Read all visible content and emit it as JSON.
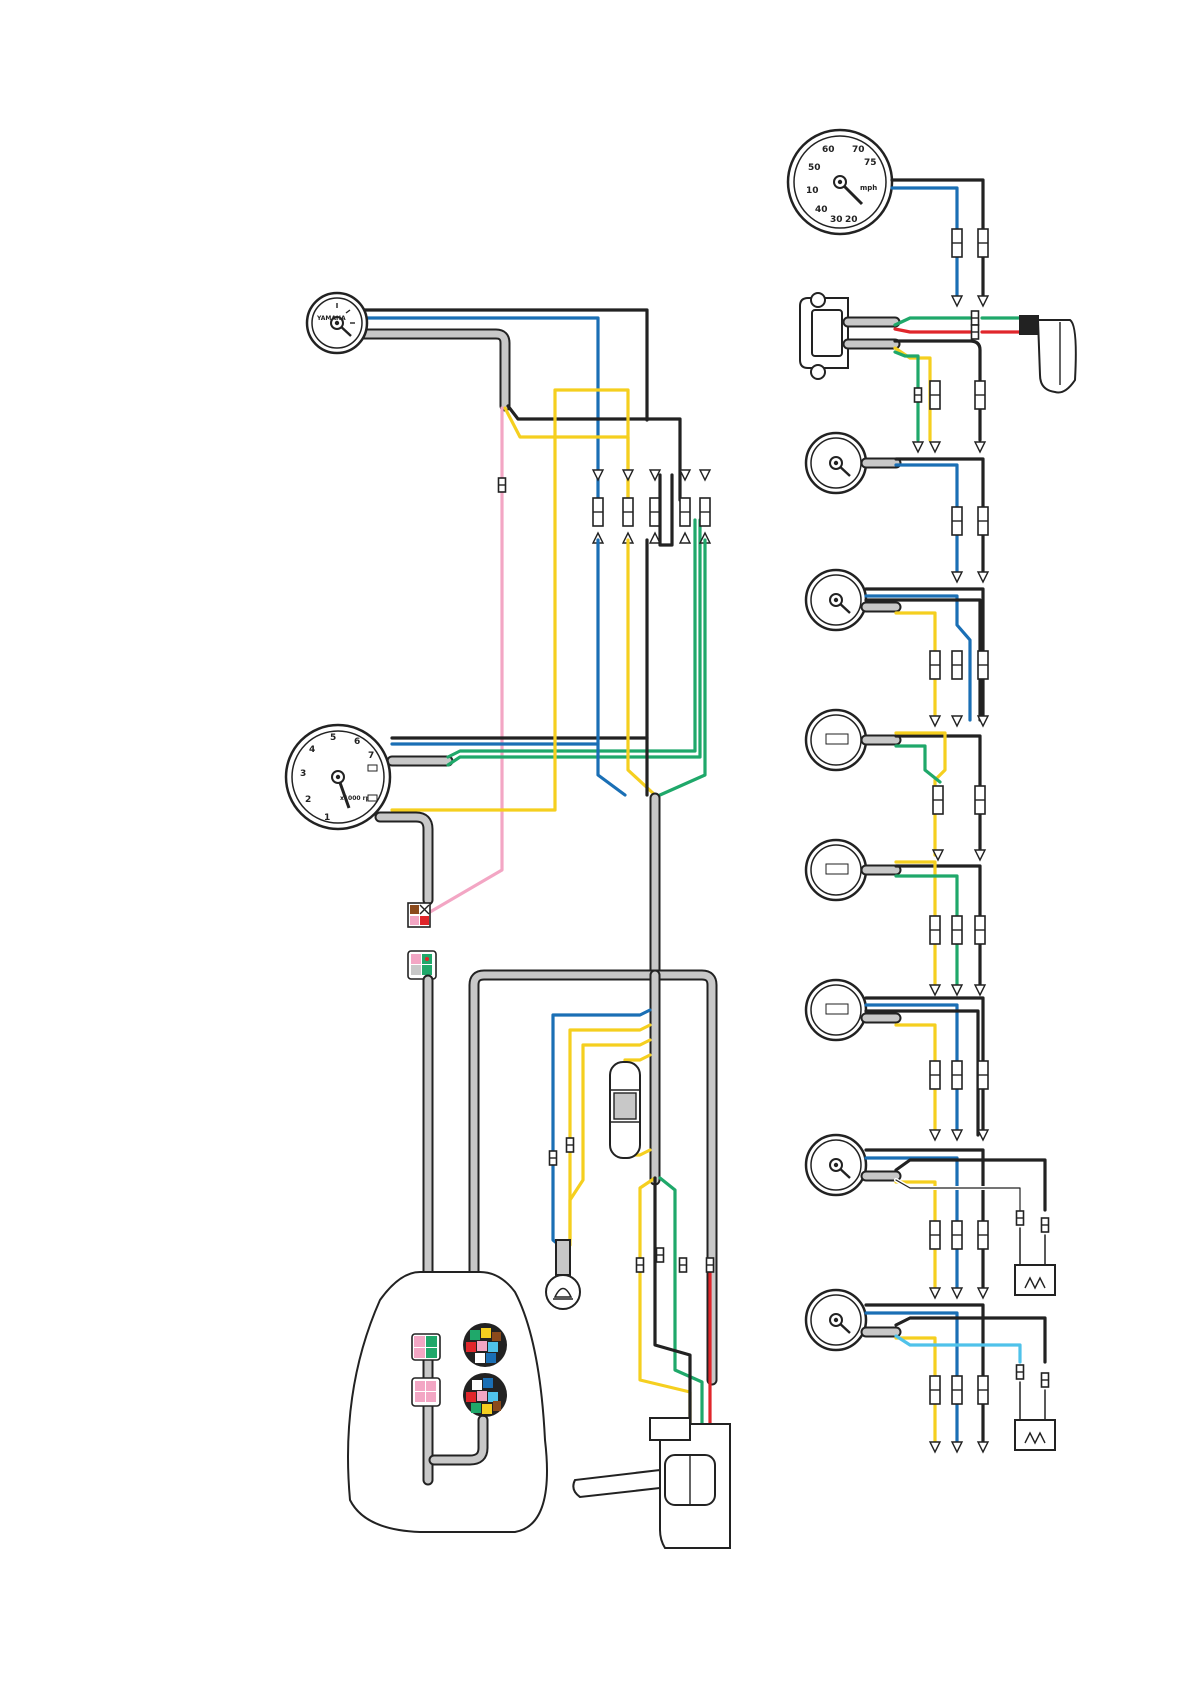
{
  "colors": {
    "black": "#222222",
    "blue": "#1a6fb5",
    "yellow": "#f5cf1f",
    "green": "#1fa86a",
    "red": "#e0262b",
    "pink": "#f3a6c4",
    "sky": "#4fc2ea",
    "harness_fill": "#c8c8c8",
    "brown": "#8b4a1c"
  },
  "icons": [
    "tachometer-gauge",
    "speedometer-gauge",
    "trim-gauge",
    "voltmeter-gauge",
    "hour-meter-gauge",
    "fuel-gauge",
    "water-temp-gauge",
    "ignition-key-switch",
    "buzzer",
    "remote-control-box",
    "pressure-sensor",
    "fuel-sender",
    "temperature-sender"
  ],
  "gauge_labels": {
    "tachometer_numbers": [
      "1",
      "2",
      "3",
      "4",
      "5",
      "6",
      "7"
    ],
    "tachometer_unit": "x1000 rpm",
    "speedometer_numbers": [
      "10",
      "20",
      "30",
      "40",
      "50",
      "60",
      "70",
      "75"
    ],
    "speedometer_unit": "mph",
    "brand": "YAMAHA"
  }
}
